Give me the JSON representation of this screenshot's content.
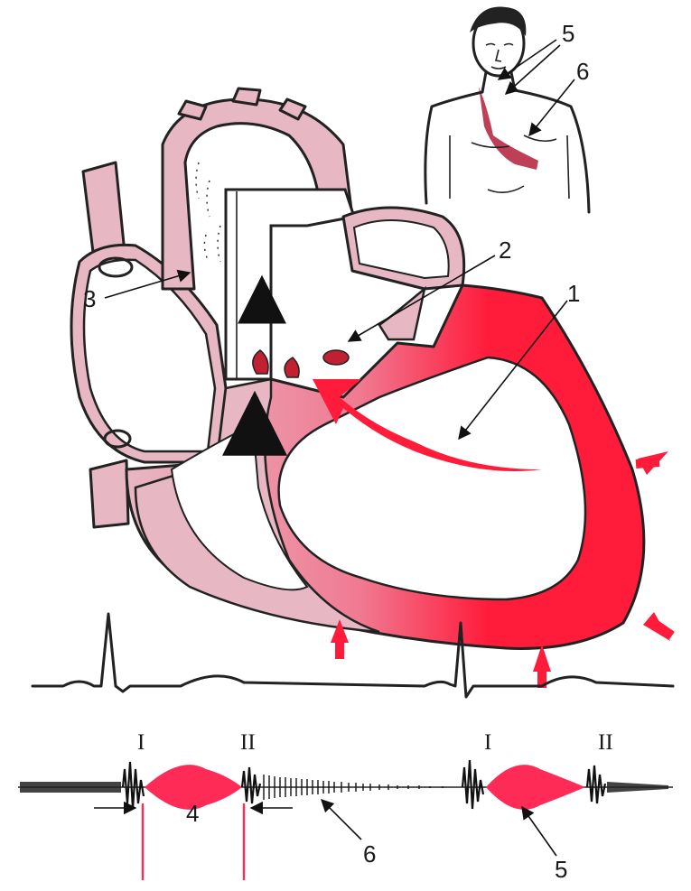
{
  "labels": {
    "n1": "1",
    "n2": "2",
    "n3": "3",
    "n4": "4",
    "n5_top": "5",
    "n6_top": "6",
    "n5_bottom": "5",
    "n6_bottom": "6"
  },
  "heart_sounds": {
    "s1_first": "I",
    "s2_first": "II",
    "s1_second": "I",
    "s2_second": "II"
  },
  "colors": {
    "blood_red": "#ff1b3a",
    "wall_pink": "#e7b7c3",
    "outline": "#222222",
    "murmur_red": "#ff2b57"
  }
}
